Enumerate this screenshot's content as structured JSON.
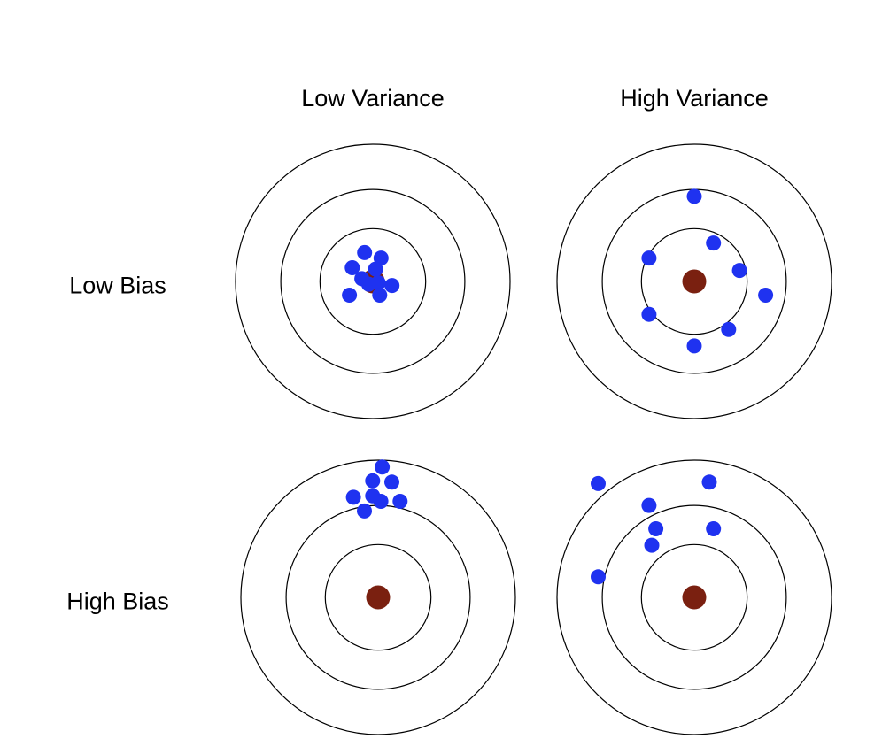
{
  "columns": [
    "Low Variance",
    "High Variance"
  ],
  "rows": [
    "Low Bias",
    "High Bias"
  ],
  "colors": {
    "ring": "#000000",
    "bullseye": "#7a2010",
    "shot": "#1f32f0",
    "background": "#ffffff"
  },
  "targets": [
    {
      "name": "low-bias-low-variance",
      "shots": [
        [
          -0.06,
          -0.21
        ],
        [
          0.06,
          -0.17
        ],
        [
          -0.15,
          -0.1
        ],
        [
          0.02,
          -0.09
        ],
        [
          0.14,
          0.03
        ],
        [
          -0.03,
          0.02
        ],
        [
          0.04,
          0.01
        ],
        [
          -0.17,
          0.1
        ],
        [
          0.05,
          0.1
        ],
        [
          -0.08,
          -0.02
        ]
      ]
    },
    {
      "name": "low-bias-high-variance",
      "shots": [
        [
          0.0,
          -0.62
        ],
        [
          0.14,
          -0.28
        ],
        [
          -0.33,
          -0.17
        ],
        [
          0.33,
          -0.08
        ],
        [
          0.52,
          0.1
        ],
        [
          -0.33,
          0.24
        ],
        [
          0.25,
          0.35
        ],
        [
          0.0,
          0.47
        ]
      ]
    },
    {
      "name": "high-bias-low-variance",
      "shots": [
        [
          0.03,
          -0.95
        ],
        [
          -0.04,
          -0.85
        ],
        [
          0.1,
          -0.84
        ],
        [
          -0.18,
          -0.73
        ],
        [
          -0.04,
          -0.74
        ],
        [
          0.02,
          -0.7
        ],
        [
          0.16,
          -0.7
        ],
        [
          -0.1,
          -0.63
        ]
      ]
    },
    {
      "name": "high-bias-high-variance",
      "shots": [
        [
          -0.7,
          -0.83
        ],
        [
          0.11,
          -0.84
        ],
        [
          -0.33,
          -0.67
        ],
        [
          -0.28,
          -0.5
        ],
        [
          0.14,
          -0.5
        ],
        [
          -0.31,
          -0.38
        ],
        [
          -0.7,
          -0.15
        ]
      ]
    }
  ]
}
